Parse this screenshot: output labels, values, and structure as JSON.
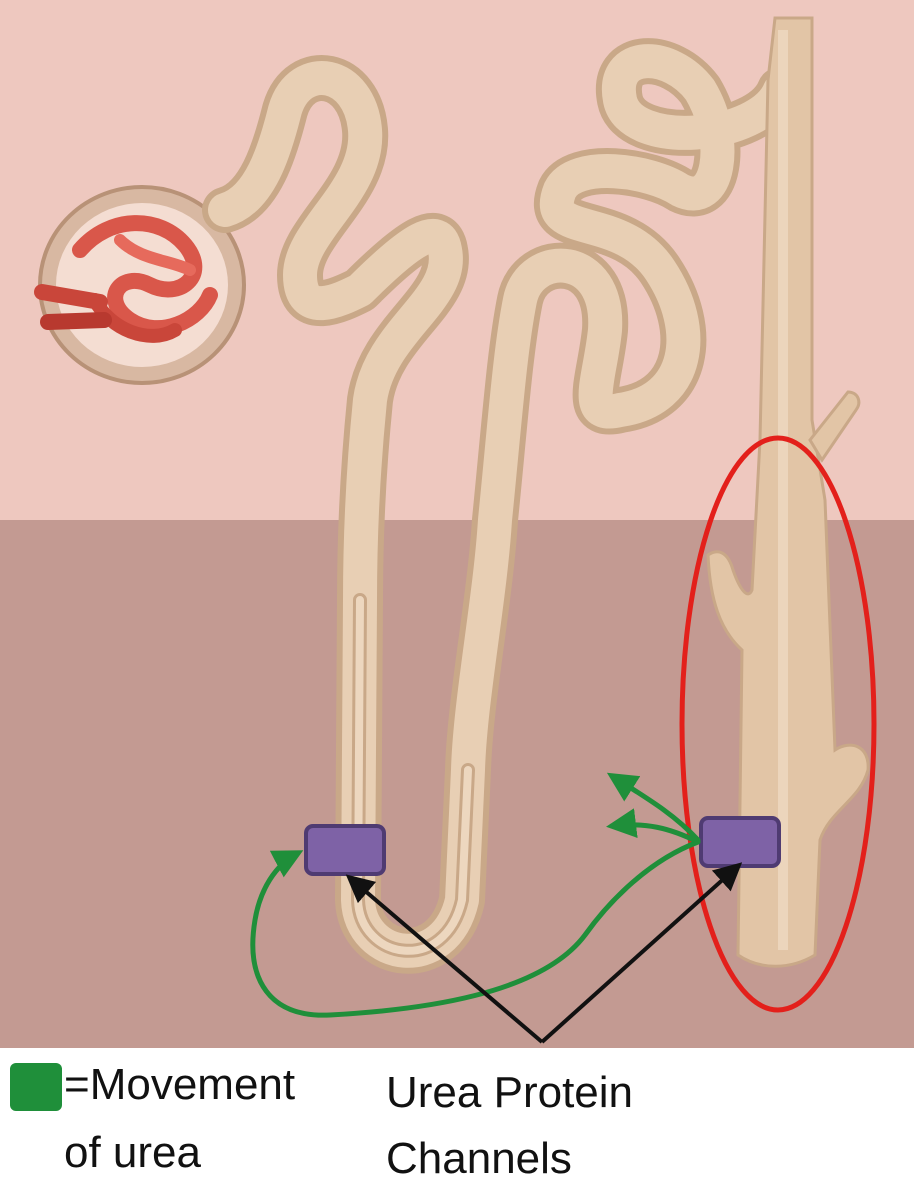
{
  "legend": {
    "line1": "=Movement",
    "line2": "of urea",
    "swatch_color": "#1f8f3a"
  },
  "annotation": {
    "line1": "Urea Protein",
    "line2": "Channels"
  },
  "colors": {
    "cortex": "#eec8bf",
    "medulla": "#c39a92",
    "tubule": "#e2c5a6",
    "tubule_edge": "#c9a888",
    "channel": "#7e62a6",
    "channel_edge": "#4f3b72",
    "highlight": "#e3201b",
    "urea_arrow": "#1f8f3a",
    "pointer": "#111111",
    "glomerulus": "#d9574a"
  }
}
